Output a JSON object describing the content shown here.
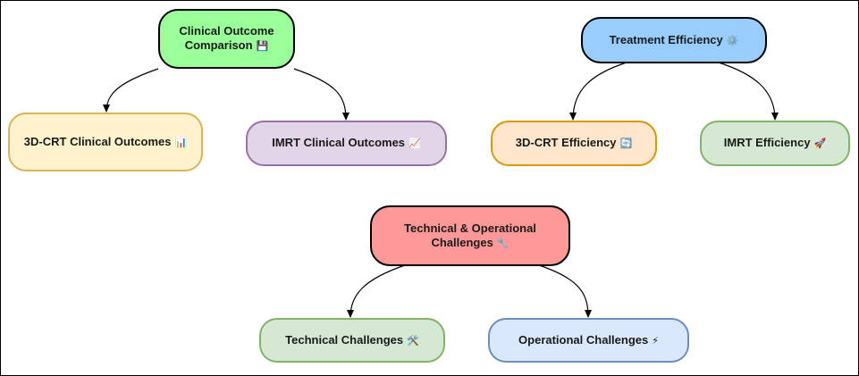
{
  "nodes": {
    "clinical": {
      "label": "Clinical Outcome Comparison",
      "icon": "💾",
      "fill": "#99ff99",
      "stroke": "#000000"
    },
    "crt_outcomes": {
      "label": "3D-CRT Clinical Outcomes",
      "icon": "📊",
      "fill": "#fff2cc",
      "stroke": "#d6b656"
    },
    "imrt_outcomes": {
      "label": "IMRT Clinical Outcomes",
      "icon": "📈",
      "fill": "#e1d5e7",
      "stroke": "#9673a6"
    },
    "efficiency": {
      "label": "Treatment Efficiency",
      "icon": "⚙️",
      "fill": "#99ccff",
      "stroke": "#000000"
    },
    "crt_eff": {
      "label": "3D-CRT Efficiency",
      "icon": "🔄",
      "fill": "#ffe6cc",
      "stroke": "#d79b00"
    },
    "imrt_eff": {
      "label": "IMRT Efficiency",
      "icon": "🚀",
      "fill": "#d5e8d4",
      "stroke": "#82b366"
    },
    "challenges": {
      "label": "Technical & Operational Challenges",
      "icon": "🔧",
      "fill": "#ff9999",
      "stroke": "#000000"
    },
    "tech": {
      "label": "Technical Challenges",
      "icon": "🛠️",
      "fill": "#d5e8d4",
      "stroke": "#82b366"
    },
    "ops": {
      "label": "Operational Challenges",
      "icon": "⚡",
      "fill": "#dae8fc",
      "stroke": "#6c8ebf"
    }
  }
}
